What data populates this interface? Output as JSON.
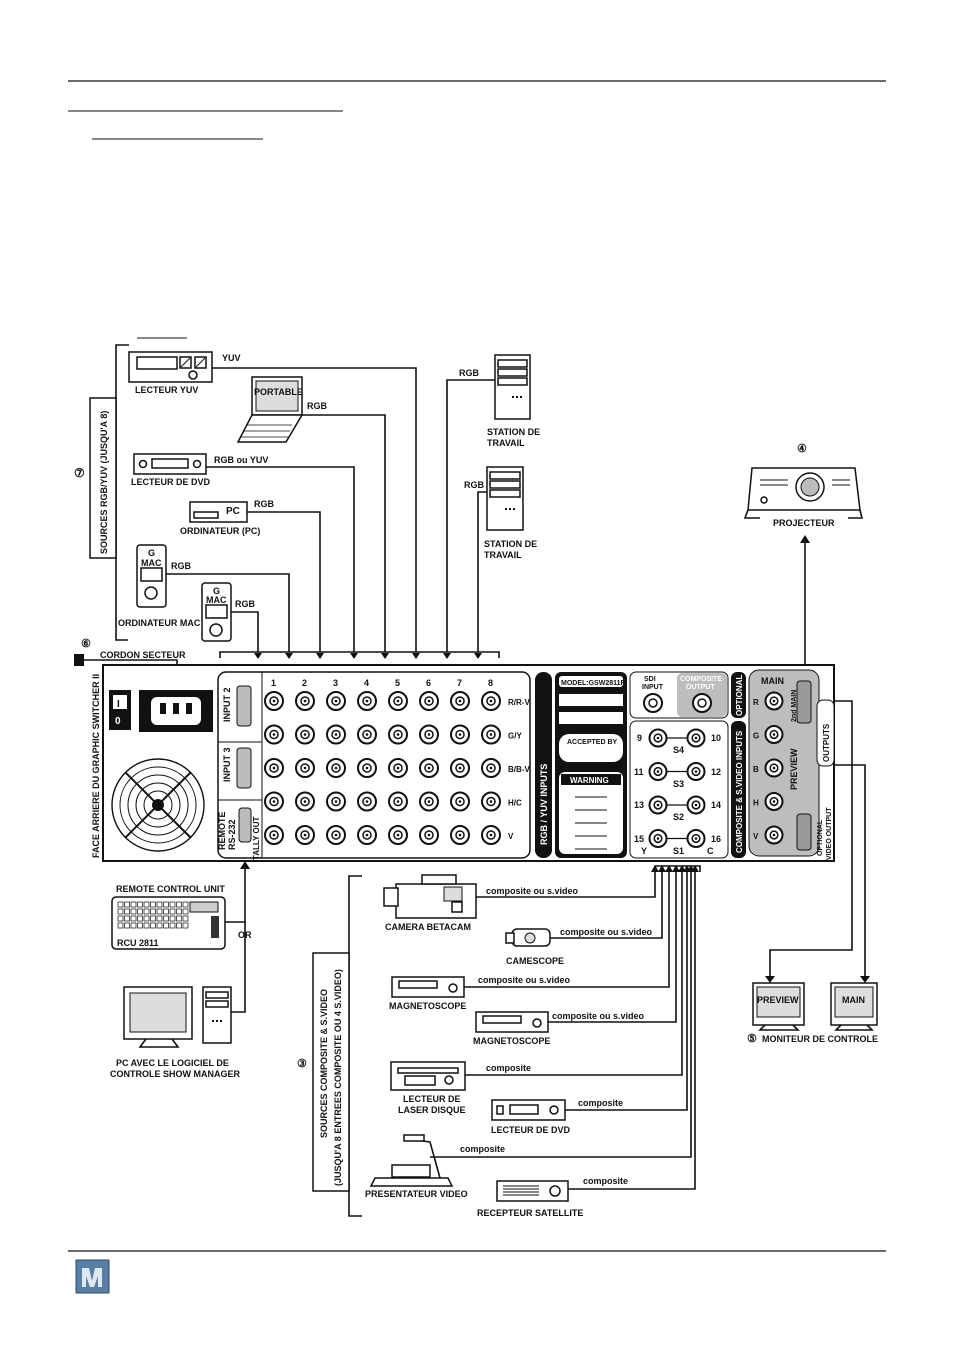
{
  "colors": {
    "ink": "#111111",
    "panel": "#ffffff",
    "dark": "#1a1a1a",
    "grey": "#bdbdbd"
  },
  "side_labels": {
    "rgb_sources": "SOURCES RGB/YUV (JUSQU'A 8)",
    "rear_panel": "FACE ARRIERE DU GRAPHIC SWITCHER II",
    "composite_sources_1": "SOURCES COMPOSITE & S.VIDEO",
    "composite_sources_2": "(JUSQU'A 8 ENTREES COMPOSITE OU 4 S.VIDEO)"
  },
  "numbers": {
    "n7": "⑦",
    "n4": "④",
    "n6": "⑥",
    "n3": "③",
    "n5": "⑤"
  },
  "rgb_devices": {
    "lecteur_yuv": "LECTEUR YUV",
    "portable": "PORTABLE",
    "lecteur_dvd": "LECTEUR DE DVD",
    "pc": "PC",
    "ordinateur_pc": "ORDINATEUR (PC)",
    "mac": "MAC",
    "g": "G",
    "ordinateur_mac": "ORDINATEUR MAC",
    "station_1a": "STATION DE",
    "station_1b": "TRAVAIL",
    "station_2a": "STATION DE",
    "station_2b": "TRAVAIL",
    "projecteur": "PROJECTEUR"
  },
  "signals": {
    "yuv": "YUV",
    "rgb": "RGB",
    "rgb_ou_yuv": "RGB ou YUV",
    "comp_sv": "composite ou s.video",
    "comp": "composite"
  },
  "cordon": "CORDON SECTEUR",
  "panel": {
    "input2": "INPUT 2",
    "input3": "INPUT 3",
    "remote": "REMOTE",
    "rs232": "RS-232",
    "tally": "TALLY OUT",
    "columns": [
      "1",
      "2",
      "3",
      "4",
      "5",
      "6",
      "7",
      "8"
    ],
    "rows": [
      "R/R-V",
      "G/Y",
      "B/B-V",
      "H/C",
      "V"
    ],
    "rgb_inputs": "RGB / YUV INPUTS",
    "model": "MODEL:GSW2811R",
    "accepted": "ACCEPTED BY",
    "warning": "WARNING",
    "sdi": [
      "SDI",
      "INPUT"
    ],
    "composite_output": [
      "COMPOSITE",
      "OUTPUT"
    ],
    "optional": "OPTIONAL",
    "comp_inputs": "COMPOSITE & S.VIDEO INPUTS",
    "comp_numbers": [
      "9",
      "10",
      "11",
      "12",
      "13",
      "14",
      "15",
      "16"
    ],
    "s_labels": [
      "S4",
      "S3",
      "S2",
      "S1"
    ],
    "y": "Y",
    "c": "C",
    "main": "MAIN",
    "second_main": "2nd MAIN",
    "preview": "PREVIEW",
    "outputs": "OUTPUTS",
    "out_rows": [
      "R",
      "G",
      "B",
      "H",
      "V"
    ],
    "opt_video_output": [
      "OPTIONAL",
      "VIDEO OUTPUT"
    ]
  },
  "remote": {
    "title": "REMOTE CONTROL UNIT",
    "rcu": "RCU 2811",
    "or": "OR",
    "pc_1": "PC AVEC LE LOGICIEL DE",
    "pc_2": "CONTROLE SHOW MANAGER"
  },
  "video_devices": {
    "camera": "CAMERA BETACAM",
    "camescope": "CAMESCOPE",
    "magneto_1": "MAGNETOSCOPE",
    "magneto_2": "MAGNETOSCOPE",
    "laser_1": "LECTEUR DE",
    "laser_2": "LASER DISQUE",
    "dvd": "LECTEUR DE DVD",
    "presentateur": "PRESENTATEUR VIDEO",
    "satellite": "RECEPTEUR SATELLITE"
  },
  "monitors": {
    "preview": "PREVIEW",
    "main": "MAIN",
    "caption": "MONITEUR DE CONTROLE"
  }
}
